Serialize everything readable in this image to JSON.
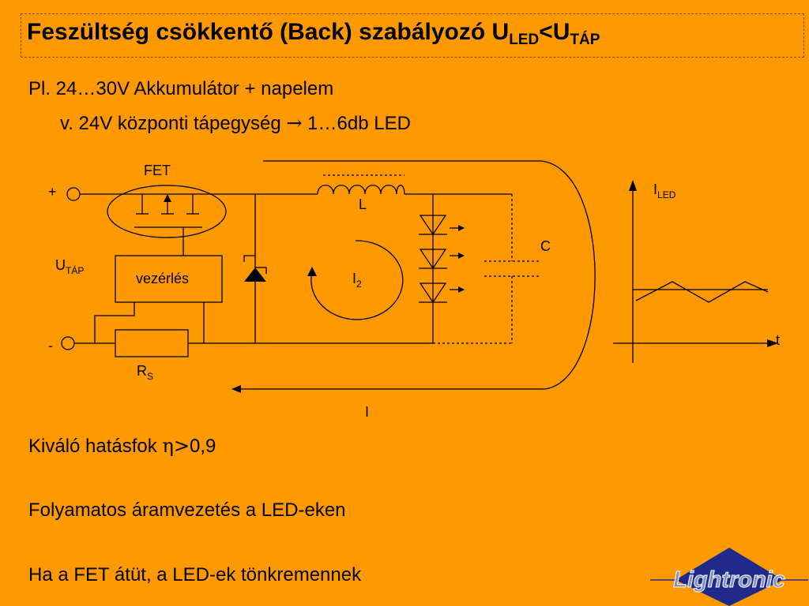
{
  "title": {
    "main": "Feszültség csökkentő (Back) szabályozó U",
    "sub1": "LED",
    "lt": "<U",
    "sub2": "TÁP"
  },
  "intro": {
    "line1": "Pl. 24…30V Akkumulátor + napelem",
    "line2_text": "v. 24V központi tápegység ",
    "line2_arrow": "→",
    "line2_end": " 1…6db LED"
  },
  "diagram": {
    "fet": "FET",
    "plus": "+",
    "minus": "-",
    "l": "L",
    "c": "C",
    "utap_main": "U",
    "utap_sub": "TÁP",
    "control": "vezérlés",
    "i2_main": "I",
    "i2_sub": "2",
    "rs_main": "R",
    "rs_sub": "S",
    "i": "I",
    "iled_main": "I",
    "iled_sub": "LED",
    "t": "t"
  },
  "bullets": {
    "b1_text": "Kiváló hatásfok ",
    "b1_eta": "η",
    "b1_gt": ">",
    "b1_val": "0,9",
    "b2": "Folyamatos áramvezetés a LED-eken",
    "b3": "Ha a FET átüt, a LED-ek tönkremennek"
  },
  "logo": {
    "text": "Lightronic"
  },
  "colors": {
    "background": "#FF9900",
    "logo_diamond": "#1f2a8a",
    "logo_text": "#7f8fc8"
  }
}
